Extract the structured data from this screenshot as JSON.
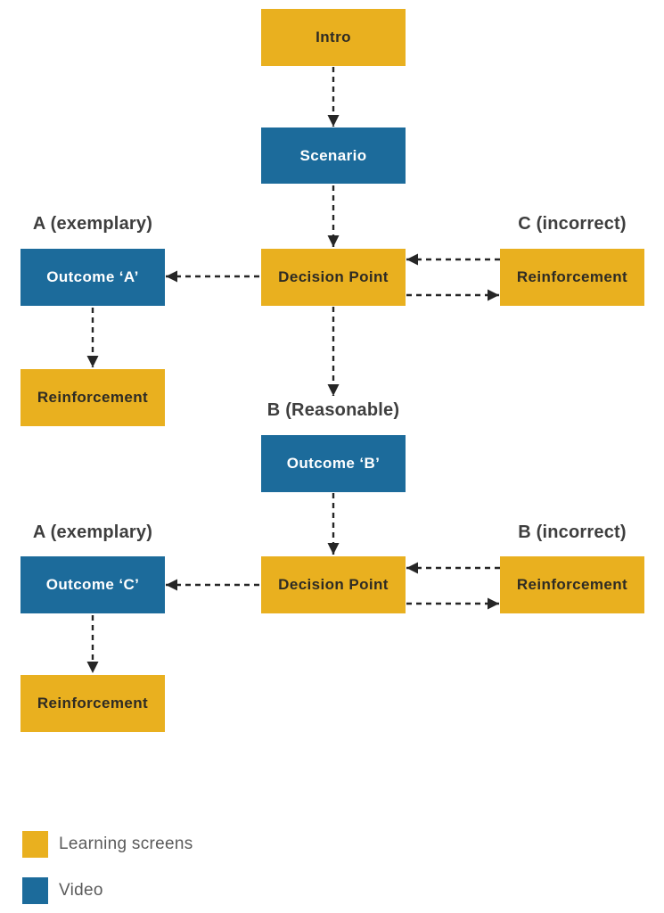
{
  "colors": {
    "learning_screen": "#E9B01F",
    "video": "#1C6B9B",
    "box_text_dark": "#2E2B24",
    "box_text_light": "#FFFFFF",
    "label_text": "#3E3E3E",
    "legend_text": "#5A5A5A",
    "arrow": "#262626",
    "background": "#FFFFFF"
  },
  "flowchart": {
    "nodes": {
      "intro": {
        "label": "Intro"
      },
      "scenario": {
        "label": "Scenario"
      },
      "decision_point_1": {
        "label": "Decision Point"
      },
      "outcome_a": {
        "label": "Outcome ‘A’"
      },
      "reinforcement_right_1": {
        "label": "Reinforcement"
      },
      "reinforcement_left_1": {
        "label": "Reinforcement"
      },
      "outcome_b": {
        "label": "Outcome ‘B’"
      },
      "decision_point_2": {
        "label": "Decision Point"
      },
      "outcome_c": {
        "label": "Outcome ‘C’"
      },
      "reinforcement_right_2": {
        "label": "Reinforcement"
      },
      "reinforcement_left_2": {
        "label": "Reinforcement"
      }
    },
    "branch_labels": {
      "a_exemplary_1": "A (exemplary)",
      "c_incorrect": "C (incorrect)",
      "b_reasonable": "B (Reasonable)",
      "a_exemplary_2": "A (exemplary)",
      "b_incorrect": "B (incorrect)"
    }
  },
  "legend": {
    "learning_screens_label": "Learning screens",
    "video_label": "Video"
  }
}
